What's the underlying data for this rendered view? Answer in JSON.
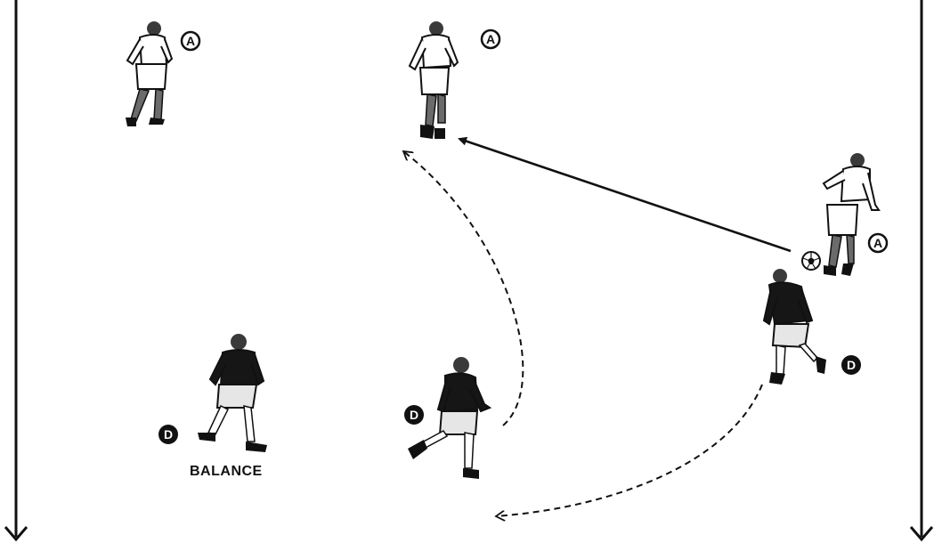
{
  "diagram": {
    "labels": {
      "balance": "BALANCE"
    },
    "badges": {
      "attacker": "A",
      "defender": "D"
    },
    "colors": {
      "shirt_attacker": "#ffffff",
      "shirt_defender": "#161616",
      "shorts_attacker": "#ffffff",
      "shorts_defender": "#e6e6e6",
      "skin": "#3a3a3a",
      "legs": "#6b6b6b",
      "line": "#111111"
    },
    "icons": {
      "pass": "solid-arrow",
      "run": "dashed-arrow",
      "ball": "soccer-ball-icon",
      "boundary": "down-arrow"
    }
  }
}
